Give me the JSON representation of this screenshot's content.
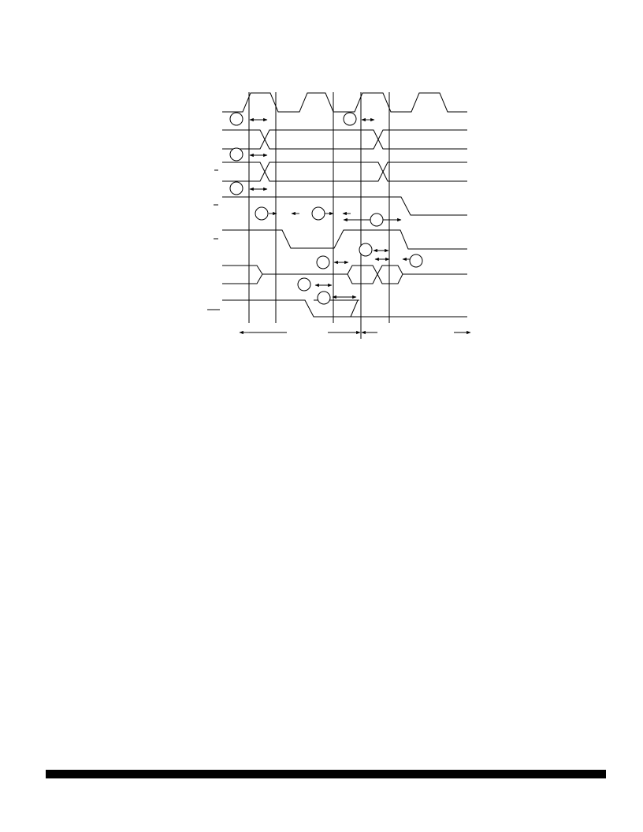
{
  "diagram": {
    "type": "timing-diagram",
    "signal_rows": 14,
    "timing_references": 10,
    "labels": []
  },
  "footer": {
    "rule_color": "#000000"
  }
}
